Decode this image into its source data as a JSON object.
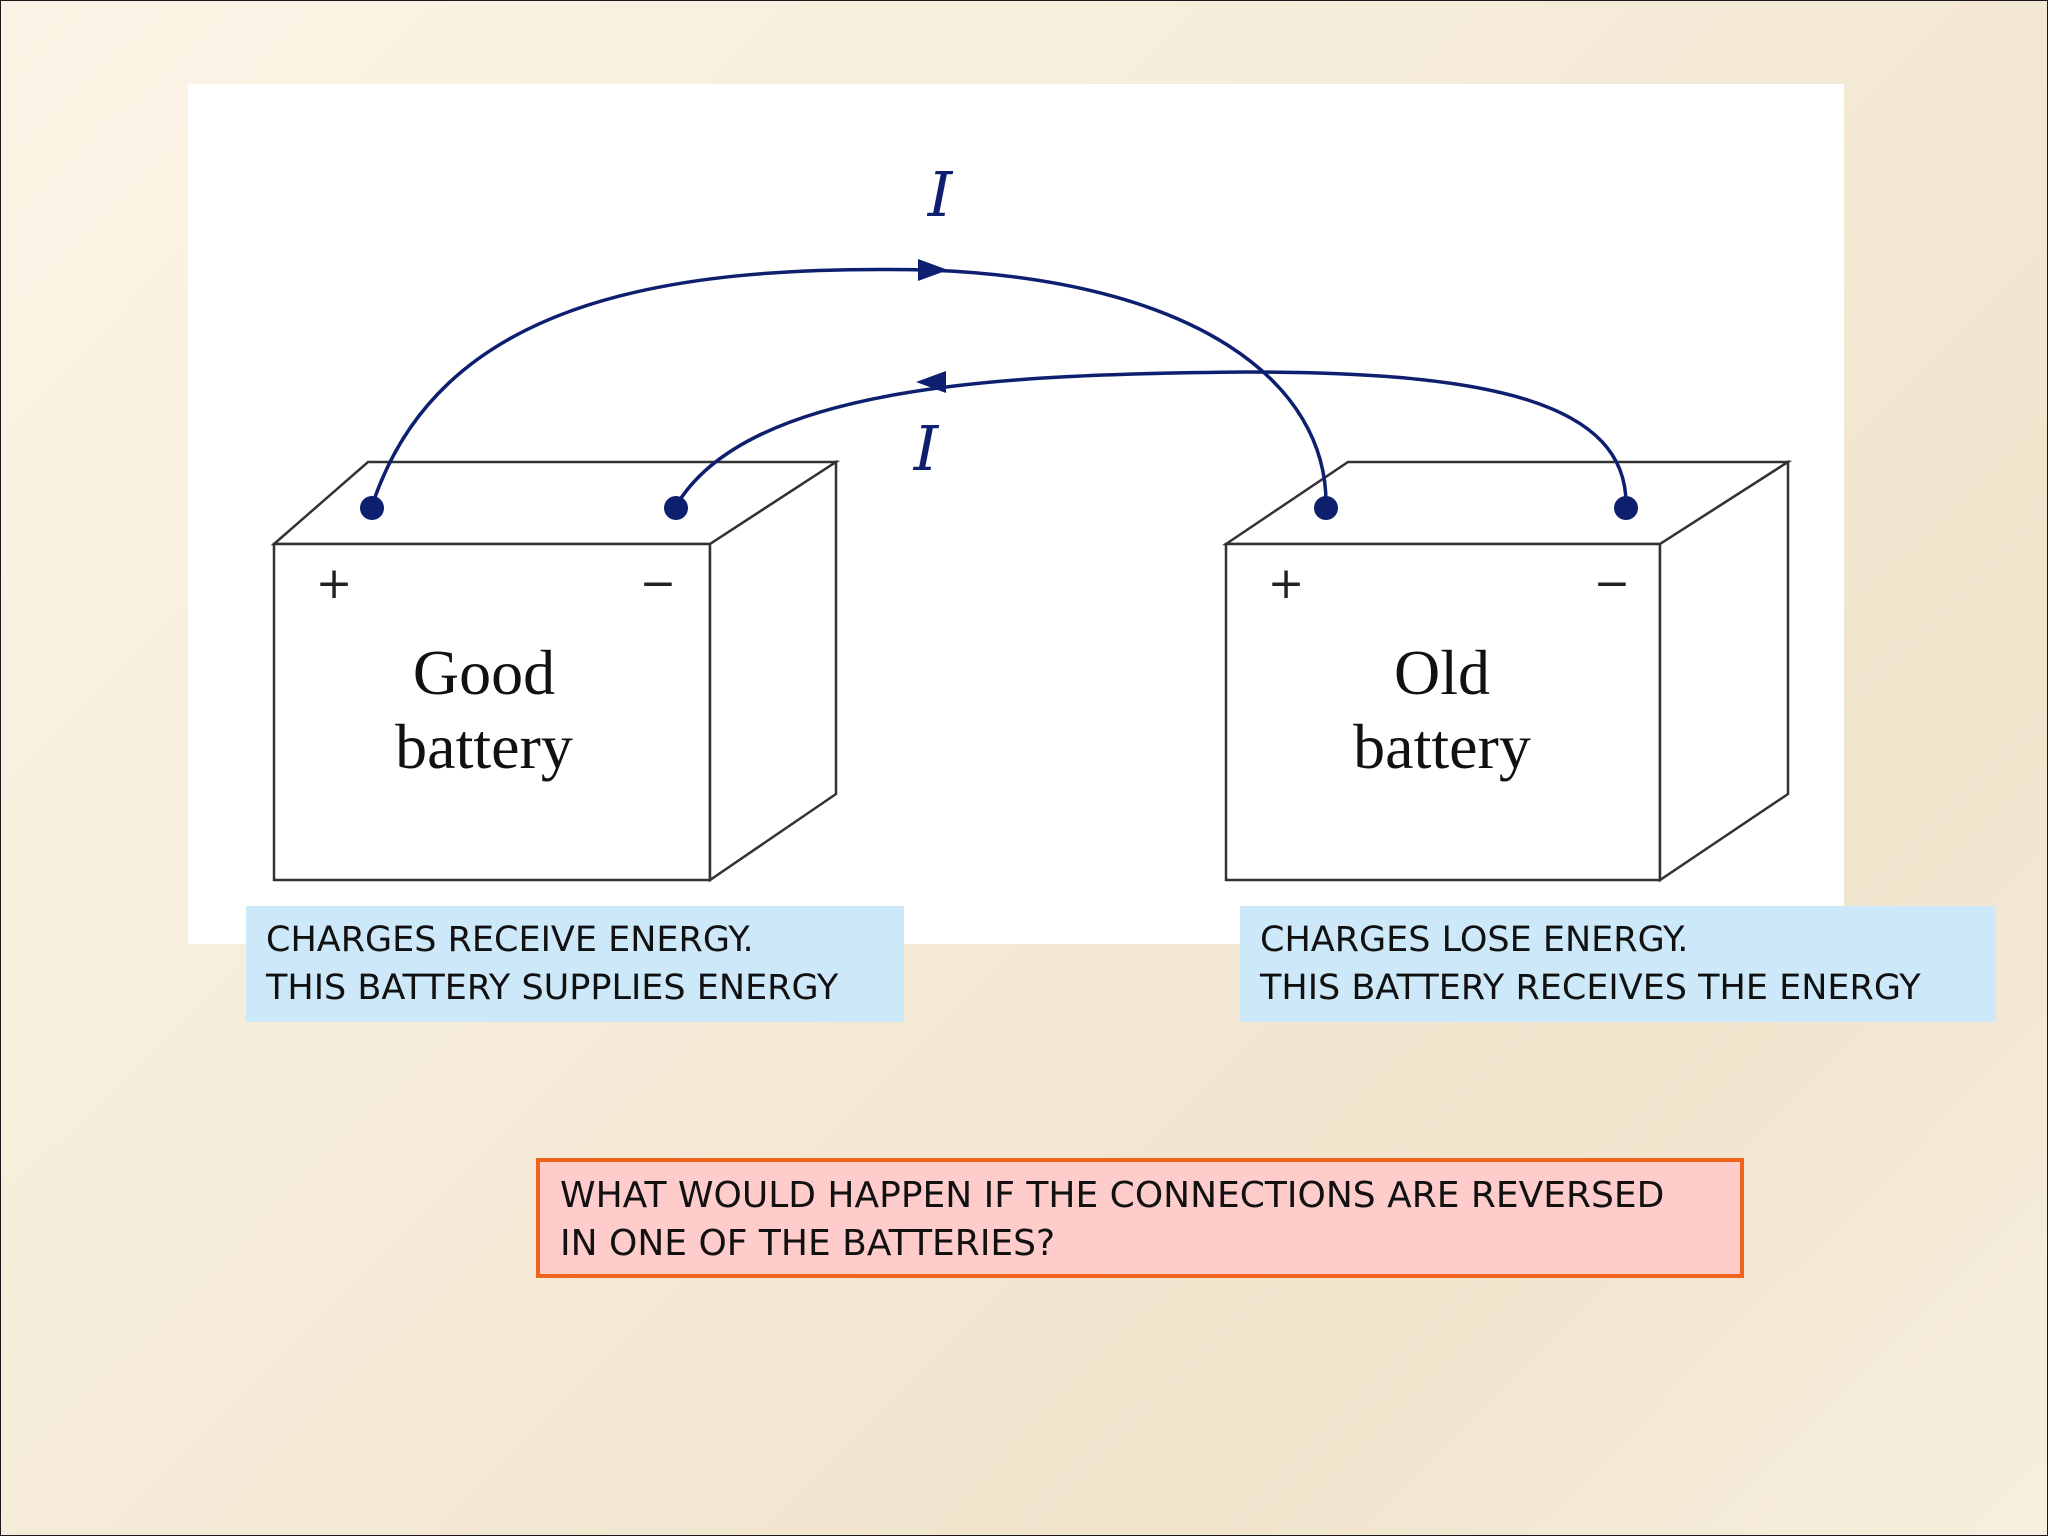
{
  "diagram": {
    "current_label_top": "I",
    "current_label_bottom": "I",
    "left_battery": {
      "plus": "+",
      "minus": "−",
      "label_line1": "Good",
      "label_line2": "battery"
    },
    "right_battery": {
      "plus": "+",
      "minus": "−",
      "label_line1": "Old",
      "label_line2": "battery"
    },
    "colors": {
      "wire": "#0d1f6e",
      "box_stroke": "#333333"
    }
  },
  "captions": {
    "left": {
      "line1": "CHARGES RECEIVE ENERGY.",
      "line2": "THIS BATTERY SUPPLIES ENERGY"
    },
    "right": {
      "line1": "CHARGES LOSE ENERGY.",
      "line2": "THIS BATTERY RECEIVES THE ENERGY"
    }
  },
  "question": {
    "line1": "WHAT WOULD HAPPEN IF THE CONNECTIONS ARE REVERSED",
    "line2": "IN ONE OF THE BATTERIES?"
  }
}
